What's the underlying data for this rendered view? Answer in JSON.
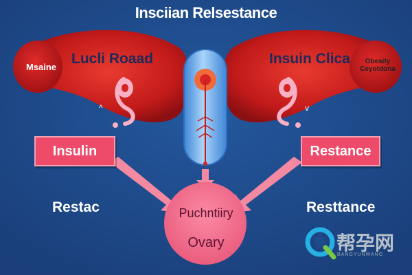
{
  "title": "Insciian Relsestance",
  "uterus": {
    "left_lobe_label": "Lucli Roaad",
    "right_lobe_label": "Insuin Clica",
    "left_cap_label": "Msaine",
    "right_cap_label": "Obesity Ceyotdona",
    "left_mark": "^",
    "right_mark": "v"
  },
  "boxes": {
    "left": "Insulin",
    "right": "Restance"
  },
  "side_labels": {
    "left": "Restac",
    "right": "Resttance"
  },
  "ovary": {
    "line1": "Puchntiiry",
    "line2": "Ovary"
  },
  "watermark": {
    "title": "帮孕网",
    "subtitle": "BANGYUNWANG"
  },
  "colors": {
    "background": "#1f4a8c",
    "uterus_red": "#d42424",
    "box_pink": "#ee4a6a",
    "arrow_pink": "#f48aa2",
    "ovary_pink": "#f26e8c",
    "tube_blue": "#5aa6e8"
  }
}
